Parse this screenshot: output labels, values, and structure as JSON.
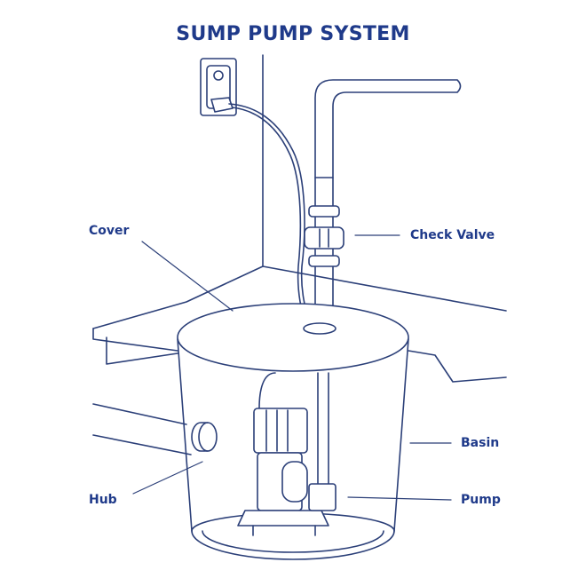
{
  "title": "SUMP PUMP SYSTEM",
  "labels": {
    "cover": "Cover",
    "check_valve": "Check Valve",
    "basin": "Basin",
    "hub": "Hub",
    "pump": "Pump"
  },
  "colors": {
    "title": "#1f3a8a",
    "line": "#2b3f78"
  }
}
